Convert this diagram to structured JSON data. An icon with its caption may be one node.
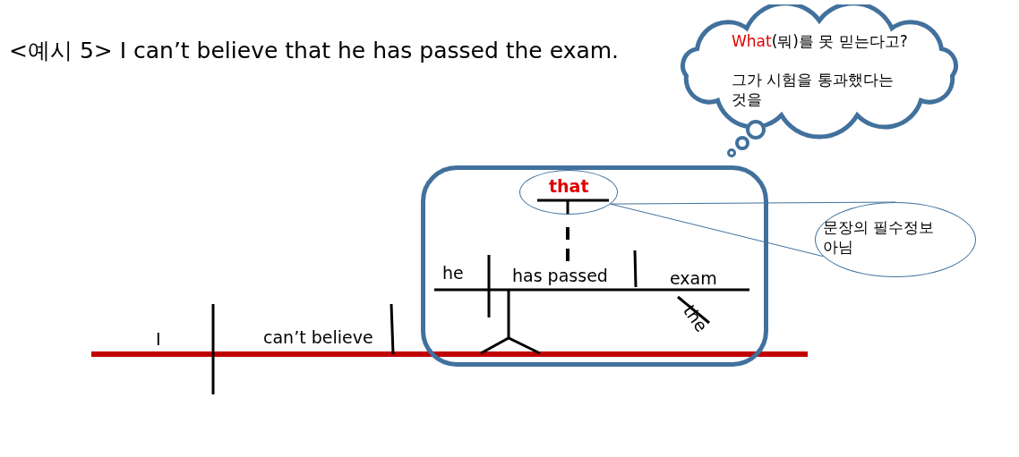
{
  "diagram": {
    "title": "<예시 5> I can’t believe that he has passed the exam.",
    "nodes": [
      {
        "text": [
          "What(뭐)를 못 믿는다고?",
          "그가 시험을 통과했다는 것을"
        ]
      },
      {
        "text": [],
        "shape": "box"
      },
      {
        "text": [
          "that"
        ],
        "in": 1
      },
      {
        "text": [
          "문장의 필수정보 아님"
        ]
      }
    ],
    "edges": [
      {
        "from": 3,
        "to": 2,
        "arrow": "none"
      }
    ],
    "labels": [
      "he",
      "has passed",
      "exam",
      "the",
      "I",
      "can’t believe"
    ]
  }
}
